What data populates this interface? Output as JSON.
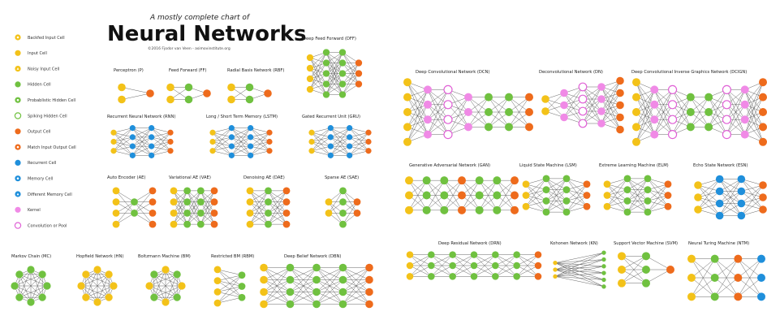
{
  "header": {
    "subtitle": "A mostly complete chart of",
    "title": "Neural Networks",
    "credit": "©2016 Fjodor van Veen - asimovinstitute.org"
  },
  "legend": [
    {
      "label": "Backfed Input Cell",
      "color": "#f3c219",
      "style": "dot"
    },
    {
      "label": "Input Cell",
      "color": "#f3c219",
      "style": "solid"
    },
    {
      "label": "Noisy Input Cell",
      "color": "#f3c219",
      "style": "triangle"
    },
    {
      "label": "Hidden Cell",
      "color": "#70c140",
      "style": "solid"
    },
    {
      "label": "Probablistic Hidden Cell",
      "color": "#70c140",
      "style": "dot"
    },
    {
      "label": "Spiking Hidden Cell",
      "color": "#70c140",
      "style": "ring"
    },
    {
      "label": "Output Cell",
      "color": "#ee6b1c",
      "style": "solid"
    },
    {
      "label": "Match Input Output Cell",
      "color": "#ee6b1c",
      "style": "dot"
    },
    {
      "label": "Recurrent Cell",
      "color": "#1f8fdb",
      "style": "solid"
    },
    {
      "label": "Memory Cell",
      "color": "#1f8fdb",
      "style": "dot"
    },
    {
      "label": "Different Memory Cell",
      "color": "#1f8fdb",
      "style": "triangle"
    },
    {
      "label": "Kernel",
      "color": "#f08ae6",
      "style": "solid"
    },
    {
      "label": "Convolution or Pool",
      "color": "#e061d6",
      "style": "ring"
    }
  ],
  "colors": {
    "input": "#f3c219",
    "hidden": "#70c140",
    "output": "#ee6b1c",
    "recurrent": "#1f8fdb",
    "kernel": "#f08ae6",
    "conv": "#e061d6",
    "edge": "#555555"
  },
  "networks": [
    {
      "id": "p",
      "name": "Perceptron (P)",
      "layers": [
        "input:2",
        "output:1"
      ]
    },
    {
      "id": "ff",
      "name": "Feed Forward (FF)",
      "layers": [
        "input:2",
        "hidden:2",
        "output:1"
      ]
    },
    {
      "id": "rbf",
      "name": "Radial Basis Network (RBF)",
      "layers": [
        "input:2",
        "hidden:2",
        "output:1"
      ]
    },
    {
      "id": "dff",
      "name": "Deep Feed Forward (DFF)",
      "layers": [
        "input:4",
        "hidden:5",
        "hidden:5",
        "output:3"
      ]
    },
    {
      "id": "rnn",
      "name": "Recurrent Neural Network (RNN)",
      "layers": [
        "input:3",
        "recurrent:4",
        "recurrent:4",
        "output:3"
      ]
    },
    {
      "id": "lstm",
      "name": "Long / Short Term Memory (LSTM)",
      "layers": [
        "input:3",
        "recurrent:4",
        "recurrent:4",
        "output:3"
      ]
    },
    {
      "id": "gru",
      "name": "Gated Recurrent Unit (GRU)",
      "layers": [
        "input:3",
        "recurrent:4",
        "recurrent:4",
        "output:3"
      ]
    },
    {
      "id": "ae",
      "name": "Auto Encoder (AE)",
      "layers": [
        "input:4",
        "hidden:2",
        "output:4"
      ]
    },
    {
      "id": "vae",
      "name": "Variational AE (VAE)",
      "layers": [
        "input:4",
        "hidden:4",
        "hidden:4",
        "output:4"
      ]
    },
    {
      "id": "dae",
      "name": "Denoising AE (DAE)",
      "layers": [
        "input:4",
        "hidden:4",
        "output:4"
      ]
    },
    {
      "id": "sae",
      "name": "Sparse AE (SAE)",
      "layers": [
        "input:2",
        "hidden:4",
        "output:2"
      ]
    },
    {
      "id": "mc",
      "name": "Markov Chain (MC)",
      "layers": [
        "ring:hidden:8"
      ]
    },
    {
      "id": "hn",
      "name": "Hopfield Network (HN)",
      "layers": [
        "ring:input:8"
      ]
    },
    {
      "id": "bm",
      "name": "Boltzmann Machine (BM)",
      "layers": [
        "ring:mixed:8"
      ]
    },
    {
      "id": "rbm",
      "name": "Restricted BM (RBM)",
      "layers": [
        "input:4",
        "hidden:3"
      ]
    },
    {
      "id": "dbn",
      "name": "Deep Belief Network (DBN)",
      "layers": [
        "input:4",
        "hidden:4",
        "hidden:4",
        "hidden:4",
        "output:4"
      ]
    },
    {
      "id": "dcn",
      "name": "Deep Convolutional Network (DCN)",
      "layers": [
        "input:5",
        "kernel:4",
        "conv:4",
        "kernel:3",
        "hidden:3",
        "hidden:3",
        "output:3"
      ]
    },
    {
      "id": "dn",
      "name": "Deconvolutional Network (DN)",
      "layers": [
        "input:2",
        "kernel:3",
        "conv:4",
        "kernel:4",
        "output:5"
      ]
    },
    {
      "id": "dcign",
      "name": "Deep Convolutional Inverse Graphics Network (DCIGN)",
      "layers": [
        "input:5",
        "kernel:4",
        "conv:4",
        "hidden:3",
        "hidden:3",
        "conv:4",
        "kernel:4",
        "output:5"
      ]
    },
    {
      "id": "gan",
      "name": "Generative Adversarial Network (GAN)",
      "layers": [
        "input:3",
        "hidden:3",
        "hidden:3",
        "output:3",
        "hidden:3",
        "hidden:3",
        "output:3"
      ]
    },
    {
      "id": "lsm",
      "name": "Liquid State Machine (LSM)",
      "layers": [
        "input:3",
        "hidden:4",
        "hidden:4",
        "output:3"
      ]
    },
    {
      "id": "elm",
      "name": "Extreme Learning Machine (ELM)",
      "layers": [
        "input:3",
        "hidden:4",
        "hidden:4",
        "output:3"
      ]
    },
    {
      "id": "esn",
      "name": "Echo State Network (ESN)",
      "layers": [
        "input:3",
        "recurrent:4",
        "recurrent:4",
        "output:3"
      ]
    },
    {
      "id": "drn",
      "name": "Deep Residual Network (DRN)",
      "layers": [
        "input:3",
        "hidden:3",
        "hidden:3",
        "hidden:3",
        "hidden:3",
        "hidden:3",
        "output:3"
      ]
    },
    {
      "id": "kn",
      "name": "Kohonen Network (KN)",
      "layers": [
        "input:3",
        "hidden:6"
      ]
    },
    {
      "id": "svm",
      "name": "Support Vector Machine (SVM)",
      "layers": [
        "input:3",
        "hidden:3",
        "output:1"
      ]
    },
    {
      "id": "ntm",
      "name": "Neural Turing Machine (NTM)",
      "layers": [
        "input:3",
        "hidden:3",
        "output:3",
        "recurrent:3"
      ]
    }
  ]
}
